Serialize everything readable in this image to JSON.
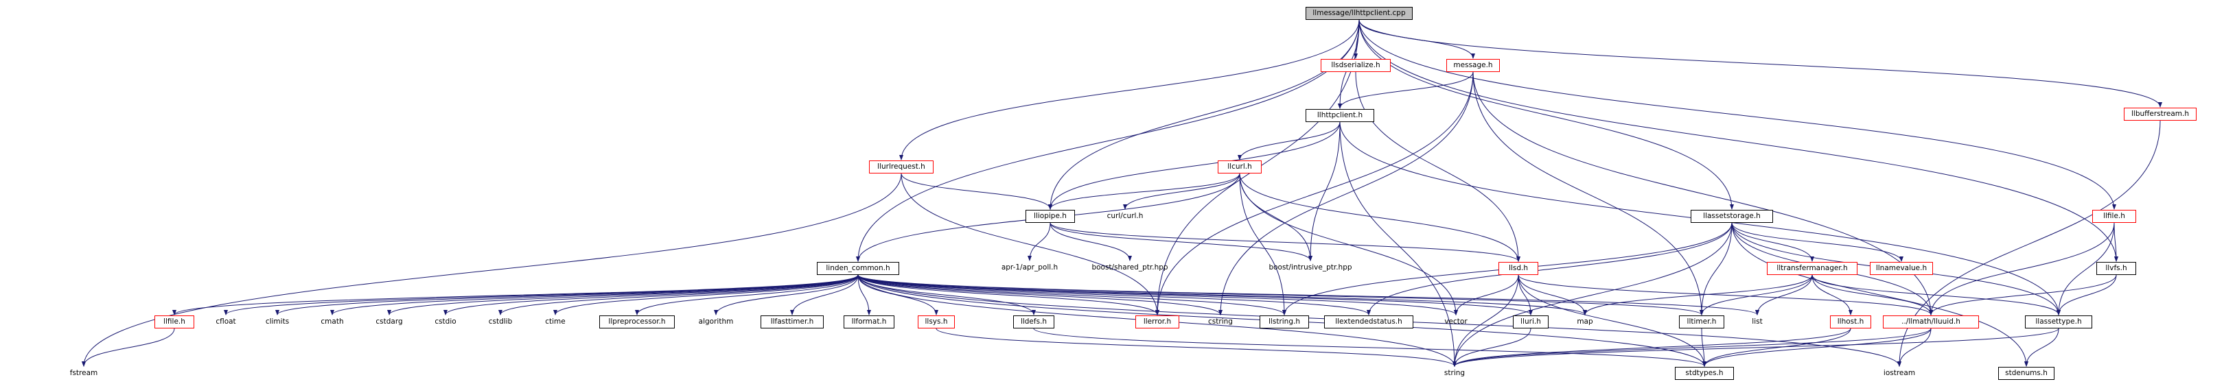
{
  "graph": {
    "colors": {
      "edge": "#191970",
      "node_border": "#000000",
      "undocumented_border": "#ff0000",
      "root_fill": "#bfbfbf"
    },
    "nodes": [
      {
        "id": "root",
        "label": "llmessage/llhttpclient.cpp",
        "style": "root"
      },
      {
        "id": "llsdserialize",
        "label": "llsdserialize.h",
        "style": "red"
      },
      {
        "id": "message",
        "label": "message.h",
        "style": "red"
      },
      {
        "id": "llbufferstream",
        "label": "llbufferstream.h",
        "style": "red"
      },
      {
        "id": "llhttpclient",
        "label": "llhttpclient.h",
        "style": "box"
      },
      {
        "id": "llurlrequest",
        "label": "llurlrequest.h",
        "style": "red"
      },
      {
        "id": "llcurl",
        "label": "llcurl.h",
        "style": "red"
      },
      {
        "id": "lliopipe",
        "label": "lliopipe.h",
        "style": "box"
      },
      {
        "id": "curlcurl",
        "label": "curl/curl.h",
        "style": "plain"
      },
      {
        "id": "llassetstorage",
        "label": "llassetstorage.h",
        "style": "box"
      },
      {
        "id": "llfile",
        "label": "llfile.h",
        "style": "red"
      },
      {
        "id": "aprpoll",
        "label": "apr-1/apr_poll.h",
        "style": "plain"
      },
      {
        "id": "boostshared",
        "label": "boost/shared_ptr.hpp",
        "style": "plain"
      },
      {
        "id": "boostintrusive",
        "label": "boost/intrusive_ptr.hpp",
        "style": "plain"
      },
      {
        "id": "lllinden",
        "label": "linden_common.h",
        "style": "box"
      },
      {
        "id": "llsd",
        "label": "llsd.h",
        "style": "red"
      },
      {
        "id": "lltransfermanager",
        "label": "lltransfermanager.h",
        "style": "red"
      },
      {
        "id": "llnamevalue",
        "label": "llnamevalue.h",
        "style": "red"
      },
      {
        "id": "llvfs",
        "label": "llvfs.h",
        "style": "box"
      },
      {
        "id": "llfile2",
        "label": "llfile.h",
        "style": "red"
      },
      {
        "id": "cfloat",
        "label": "cfloat",
        "style": "plain"
      },
      {
        "id": "climits",
        "label": "climits",
        "style": "plain"
      },
      {
        "id": "cmath",
        "label": "cmath",
        "style": "plain"
      },
      {
        "id": "cstdarg",
        "label": "cstdarg",
        "style": "plain"
      },
      {
        "id": "cstdio",
        "label": "cstdio",
        "style": "plain"
      },
      {
        "id": "cstdlib",
        "label": "cstdlib",
        "style": "plain"
      },
      {
        "id": "ctime",
        "label": "ctime",
        "style": "plain"
      },
      {
        "id": "llpreprocessor",
        "label": "llpreprocessor.h",
        "style": "box"
      },
      {
        "id": "algorithm",
        "label": "algorithm",
        "style": "plain"
      },
      {
        "id": "llfasttimer",
        "label": "llfasttimer.h",
        "style": "box"
      },
      {
        "id": "llformat",
        "label": "llformat.h",
        "style": "box"
      },
      {
        "id": "llsys",
        "label": "llsys.h",
        "style": "red"
      },
      {
        "id": "lldefs",
        "label": "lldefs.h",
        "style": "box"
      },
      {
        "id": "llerror",
        "label": "llerror.h",
        "style": "red"
      },
      {
        "id": "cstring",
        "label": "cstring",
        "style": "plain"
      },
      {
        "id": "llstring",
        "label": "llstring.h",
        "style": "box"
      },
      {
        "id": "llextended",
        "label": "llextendedstatus.h",
        "style": "box"
      },
      {
        "id": "vector",
        "label": "vector",
        "style": "plain"
      },
      {
        "id": "lluri",
        "label": "lluri.h",
        "style": "box"
      },
      {
        "id": "map",
        "label": "map",
        "style": "plain"
      },
      {
        "id": "lltimer",
        "label": "lltimer.h",
        "style": "box"
      },
      {
        "id": "list",
        "label": "list",
        "style": "plain"
      },
      {
        "id": "llhost",
        "label": "llhost.h",
        "style": "red"
      },
      {
        "id": "lluuid",
        "label": "../llmath/lluuid.h",
        "style": "red"
      },
      {
        "id": "llassettype",
        "label": "llassettype.h",
        "style": "box"
      },
      {
        "id": "fstream",
        "label": "fstream",
        "style": "plain"
      },
      {
        "id": "string",
        "label": "string",
        "style": "plain"
      },
      {
        "id": "stdtypes",
        "label": "stdtypes.h",
        "style": "box"
      },
      {
        "id": "iostream",
        "label": "iostream",
        "style": "plain"
      },
      {
        "id": "stdenums",
        "label": "stdenums.h",
        "style": "box"
      }
    ],
    "edges": [
      [
        "root",
        "llsdserialize"
      ],
      [
        "root",
        "message"
      ],
      [
        "root",
        "llbufferstream"
      ],
      [
        "root",
        "llhttpclient"
      ],
      [
        "root",
        "llurlrequest"
      ],
      [
        "root",
        "lliopipe"
      ],
      [
        "root",
        "llassetstorage"
      ],
      [
        "root",
        "llfile"
      ],
      [
        "root",
        "lllinden"
      ],
      [
        "root",
        "llvfs"
      ],
      [
        "root",
        "llerror"
      ],
      [
        "message",
        "llhttpclient"
      ],
      [
        "message",
        "lltimer"
      ],
      [
        "message",
        "llerror"
      ],
      [
        "message",
        "cstring"
      ],
      [
        "message",
        "lluuid"
      ],
      [
        "llsdserialize",
        "llsd"
      ],
      [
        "llhttpclient",
        "lliopipe"
      ],
      [
        "llhttpclient",
        "llcurl"
      ],
      [
        "llhttpclient",
        "boostintrusive"
      ],
      [
        "llhttpclient",
        "string"
      ],
      [
        "llhttpclient",
        "llassettype"
      ],
      [
        "llurlrequest",
        "lliopipe"
      ],
      [
        "llurlrequest",
        "llerror"
      ],
      [
        "llurlrequest",
        "fstream"
      ],
      [
        "llcurl",
        "lliopipe"
      ],
      [
        "llcurl",
        "curlcurl"
      ],
      [
        "llcurl",
        "boostintrusive"
      ],
      [
        "llcurl",
        "llsd"
      ],
      [
        "llcurl",
        "lllinden"
      ],
      [
        "llcurl",
        "vector"
      ],
      [
        "llcurl",
        "llstring"
      ],
      [
        "lliopipe",
        "aprpoll"
      ],
      [
        "lliopipe",
        "boostshared"
      ],
      [
        "lliopipe",
        "boostintrusive"
      ],
      [
        "lliopipe",
        "llsd"
      ],
      [
        "llassetstorage",
        "lltransfermanager"
      ],
      [
        "llassetstorage",
        "llnamevalue"
      ],
      [
        "llassetstorage",
        "lltimer"
      ],
      [
        "llassetstorage",
        "llassettype"
      ],
      [
        "llassetstorage",
        "lluuid"
      ],
      [
        "llassetstorage",
        "string"
      ],
      [
        "llassetstorage",
        "stdenums"
      ],
      [
        "llassetstorage",
        "llextended"
      ],
      [
        "llassetstorage",
        "llstring"
      ],
      [
        "llfile",
        "llvfs"
      ],
      [
        "llfile",
        "lluuid"
      ],
      [
        "llfile",
        "llassettype"
      ],
      [
        "llvfs",
        "llassettype"
      ],
      [
        "llvfs",
        "lluuid"
      ],
      [
        "llbufferstream",
        "iostream"
      ],
      [
        "lllinden",
        "llfile2"
      ],
      [
        "lllinden",
        "cfloat"
      ],
      [
        "lllinden",
        "climits"
      ],
      [
        "lllinden",
        "cmath"
      ],
      [
        "lllinden",
        "cstdarg"
      ],
      [
        "lllinden",
        "cstdio"
      ],
      [
        "lllinden",
        "cstdlib"
      ],
      [
        "lllinden",
        "ctime"
      ],
      [
        "lllinden",
        "llpreprocessor"
      ],
      [
        "lllinden",
        "algorithm"
      ],
      [
        "lllinden",
        "llfasttimer"
      ],
      [
        "lllinden",
        "llformat"
      ],
      [
        "lllinden",
        "llsys"
      ],
      [
        "lllinden",
        "lldefs"
      ],
      [
        "lllinden",
        "llerror"
      ],
      [
        "lllinden",
        "cstring"
      ],
      [
        "lllinden",
        "llstring"
      ],
      [
        "lllinden",
        "llextended"
      ],
      [
        "lllinden",
        "vector"
      ],
      [
        "lllinden",
        "lluri"
      ],
      [
        "lllinden",
        "map"
      ],
      [
        "lllinden",
        "lltimer"
      ],
      [
        "lllinden",
        "list"
      ],
      [
        "lllinden",
        "stdtypes"
      ],
      [
        "lllinden",
        "string"
      ],
      [
        "lllinden",
        "iostream"
      ],
      [
        "llsd",
        "vector"
      ],
      [
        "llsd",
        "map"
      ],
      [
        "llsd",
        "lluri"
      ],
      [
        "llsd",
        "string"
      ],
      [
        "llsd",
        "stdtypes"
      ],
      [
        "llsd",
        "lluuid"
      ],
      [
        "lltransfermanager",
        "llhost"
      ],
      [
        "lltransfermanager",
        "map"
      ],
      [
        "lltransfermanager",
        "list"
      ],
      [
        "lltransfermanager",
        "lltimer"
      ],
      [
        "lltransfermanager",
        "lluuid"
      ],
      [
        "lltransfermanager",
        "llassettype"
      ],
      [
        "llfile2",
        "fstream"
      ],
      [
        "llsys",
        "string"
      ],
      [
        "lldefs",
        "stdtypes"
      ],
      [
        "lluri",
        "string"
      ],
      [
        "lltimer",
        "stdtypes"
      ],
      [
        "llhost",
        "string"
      ],
      [
        "llhost",
        "stdtypes"
      ],
      [
        "lluuid",
        "stdtypes"
      ],
      [
        "lluuid",
        "string"
      ],
      [
        "lluuid",
        "iostream"
      ],
      [
        "llassettype",
        "stdenums"
      ],
      [
        "llassettype",
        "string"
      ]
    ]
  }
}
